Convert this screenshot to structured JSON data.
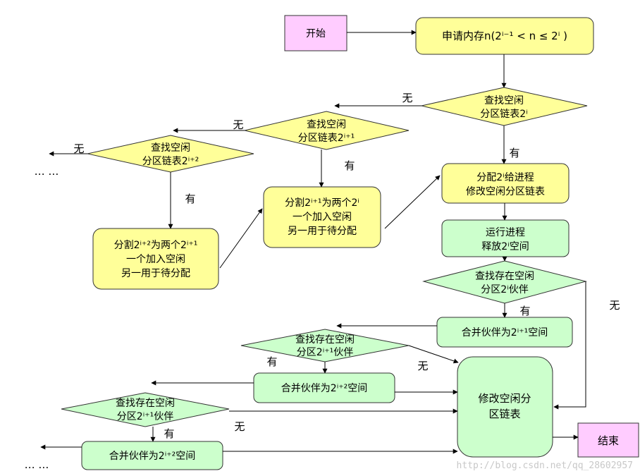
{
  "nodes": {
    "start": "开始",
    "request": "申请内存n(2ⁱ⁻¹ < n ≤ 2ⁱ )",
    "find_i_l1": "查找空闲",
    "find_i_l2": "分区链表2ⁱ",
    "find_i1_l1": "查找空闲",
    "find_i1_l2": "分区链表2ⁱ⁺¹",
    "find_i2_l1": "查找空闲",
    "find_i2_l2": "分区链表2ⁱ⁺²",
    "split_i1_l1": "分割2ⁱ⁺¹为两个2ⁱ",
    "split_i1_l2": "一个加入空闲",
    "split_i1_l3": "另一用于待分配",
    "split_i2_l1": "分割2ⁱ⁺²为两个2ⁱ⁺¹",
    "split_i2_l2": "一个加入空闲",
    "split_i2_l3": "另一用于待分配",
    "alloc_l1": "分配2ⁱ给进程",
    "alloc_l2": "修改空闲分区链表",
    "run_l1": "运行进程",
    "run_l2": "释放2ⁱ空间",
    "buddy_i_l1": "查找存在空闲",
    "buddy_i_l2": "分区2ⁱ伙伴",
    "merge_i1": "合并伙伴为2ⁱ⁺¹空间",
    "buddy_i1_l1": "查找存在空闲",
    "buddy_i1_l2": "分区2ⁱ⁺¹伙伴",
    "merge_i2": "合并伙伴为2ⁱ⁺²空间",
    "buddy_i1b_l1": "查找存在空闲",
    "buddy_i1b_l2": "分区2ⁱ⁺¹伙伴",
    "merge_i2b": "合并伙伴为2ⁱ⁺²空间",
    "modify_l1": "修改空闲分",
    "modify_l2": "区链表",
    "end": "结束"
  },
  "edge_labels": {
    "none": "无",
    "have": "有",
    "ellipsis": "… …"
  },
  "watermark": "http://blog.csdn.net/qq_28602957",
  "colors": {
    "purple_fill": "#ffccff",
    "yellow_fill": "#ffff99",
    "green_fill": "#ccffcc",
    "stroke": "#333333"
  }
}
